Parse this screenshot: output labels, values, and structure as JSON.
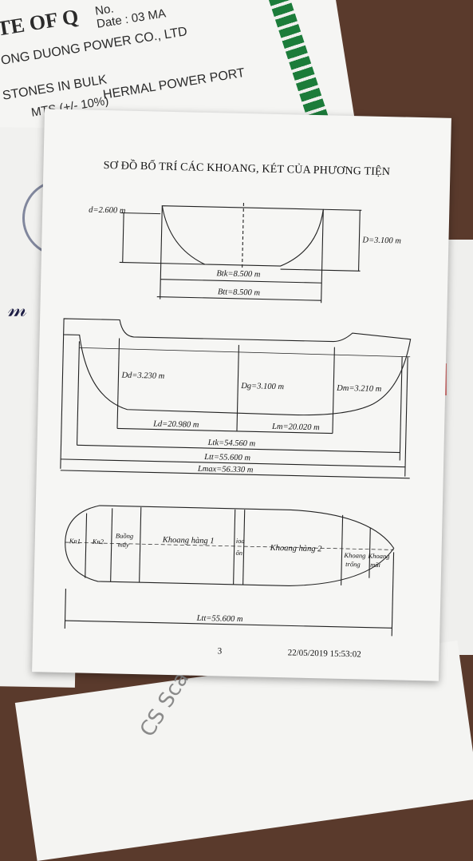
{
  "background_doc": {
    "line1": "TE OF Q",
    "line2": "No.",
    "line3": "Date : 03 MA",
    "line4": "ONG DUONG POWER CO., LTD",
    "line5": "STONES IN BULK",
    "line6": "MTS (+/- 10%)",
    "line7": "HERMAL POWER PORT"
  },
  "main": {
    "title": "SƠ ĐỒ BỐ TRÍ CÁC KHOANG, KÉT CỦA PHƯƠNG TIỆN",
    "section_view": {
      "d_left": "d=2.600 m",
      "d_right": "D=3.100 m",
      "btk": "Btk=8.500 m",
      "btt": "Btt=8.500 m"
    },
    "profile_view": {
      "dd": "Dd=3.230 m",
      "dg": "Dg=3.100 m",
      "dm": "Dm=3.210 m",
      "ld": "Ld=20.980 m",
      "lm": "Lm=20.020 m",
      "ltk": "Ltk=54.560 m",
      "ltt": "Ltt=55.600 m",
      "lmax": "Lmax=56.330 m"
    },
    "plan_view": {
      "kn1": "Kn1",
      "kn2": "Kn2",
      "buong_may_1": "Buồng",
      "buong_may_2": "máy",
      "khoang_hang_1": "Khoang hàng 1",
      "middle_1": "ioa",
      "middle_2": "ốn",
      "khoang_hang_2": "Khoang hàng 2",
      "khoang_trong_1": "Khoang",
      "khoang_trong_2": "trống",
      "khoang_mui_1": "Khoang",
      "khoang_mui_2": "mũi",
      "ltt": "Ltt=55.600 m"
    },
    "page_number": "3",
    "timestamp": "22/05/2019  15:53:02"
  },
  "scanned_text": "CS Scanned"
}
